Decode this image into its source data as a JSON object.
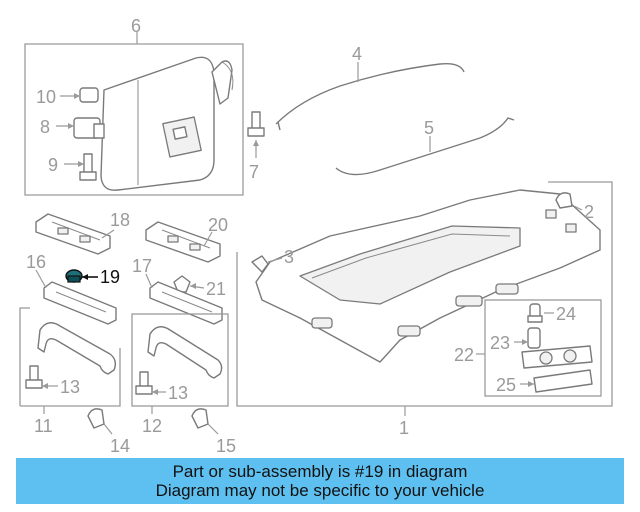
{
  "diagram": {
    "callouts": {
      "c1": "1",
      "c2": "2",
      "c3": "3",
      "c4": "4",
      "c5": "5",
      "c6": "6",
      "c7": "7",
      "c8": "8",
      "c9": "9",
      "c10": "10",
      "c11": "11",
      "c12": "12",
      "c13a": "13",
      "c13b": "13",
      "c14": "14",
      "c15": "15",
      "c16": "16",
      "c17": "17",
      "c18": "18",
      "c19": "19",
      "c20": "20",
      "c21": "21",
      "c22": "22",
      "c23": "23",
      "c24": "24",
      "c25": "25"
    },
    "highlight_color": "#111111",
    "line_color": "#9a9a9a"
  },
  "banner": {
    "line1": "Part or sub-assembly is #19 in diagram",
    "line2": "Diagram may not be specific to your vehicle",
    "background": "#5ec0f0"
  }
}
